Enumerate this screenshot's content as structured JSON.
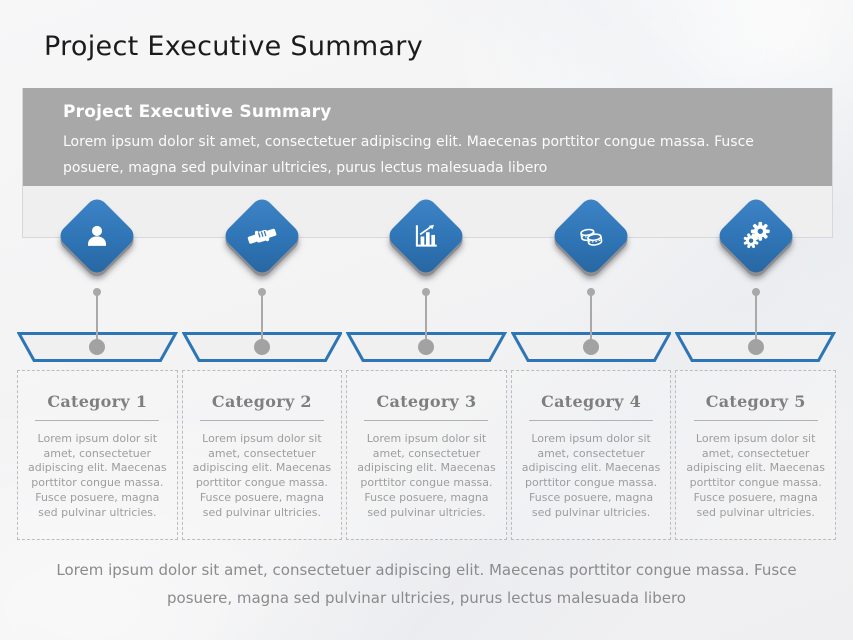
{
  "page": {
    "title": "Project Executive Summary"
  },
  "banner": {
    "heading": "Project Executive Summary",
    "body": "Lorem ipsum dolor sit amet, consectetuer adipiscing elit. Maecenas porttitor congue massa. Fusce posuere, magna sed pulvinar ultricies, purus lectus malesuada libero"
  },
  "categories": [
    {
      "title": "Category 1",
      "icon": "user-icon",
      "body": "Lorem ipsum dolor sit amet, consectetuer adipiscing elit. Maecenas porttitor congue massa. Fusce posuere, magna sed pulvinar ultricies."
    },
    {
      "title": "Category 2",
      "icon": "handshake-icon",
      "body": "Lorem ipsum dolor sit amet, consectetuer adipiscing elit. Maecenas porttitor congue massa. Fusce posuere, magna sed pulvinar ultricies."
    },
    {
      "title": "Category 3",
      "icon": "bar-chart-icon",
      "body": "Lorem ipsum dolor sit amet, consectetuer adipiscing elit. Maecenas porttitor congue massa. Fusce posuere, magna sed pulvinar ultricies."
    },
    {
      "title": "Category 4",
      "icon": "coins-icon",
      "body": "Lorem ipsum dolor sit amet, consectetuer adipiscing elit. Maecenas porttitor congue massa. Fusce posuere, magna sed pulvinar ultricies."
    },
    {
      "title": "Category 5",
      "icon": "gears-icon",
      "body": "Lorem ipsum dolor sit amet, consectetuer adipiscing elit. Maecenas porttitor congue massa. Fusce posuere, magna sed pulvinar ultricies."
    }
  ],
  "footer": {
    "text": "Lorem ipsum dolor sit amet, consectetuer adipiscing elit. Maecenas porttitor congue massa. Fusce posuere, magna sed pulvinar ultricies, purus lectus malesuada libero"
  },
  "colors": {
    "accent_blue": "#2f74b5",
    "banner_gray": "#a8a8a8",
    "card_body_gray": "#efeff0",
    "connector_gray": "#a9a9a9",
    "category_title_gray": "#7f7f7f",
    "body_text_gray": "#9d9d9e",
    "footer_text_gray": "#8b8b8c",
    "title_black": "#1b1b1b"
  }
}
